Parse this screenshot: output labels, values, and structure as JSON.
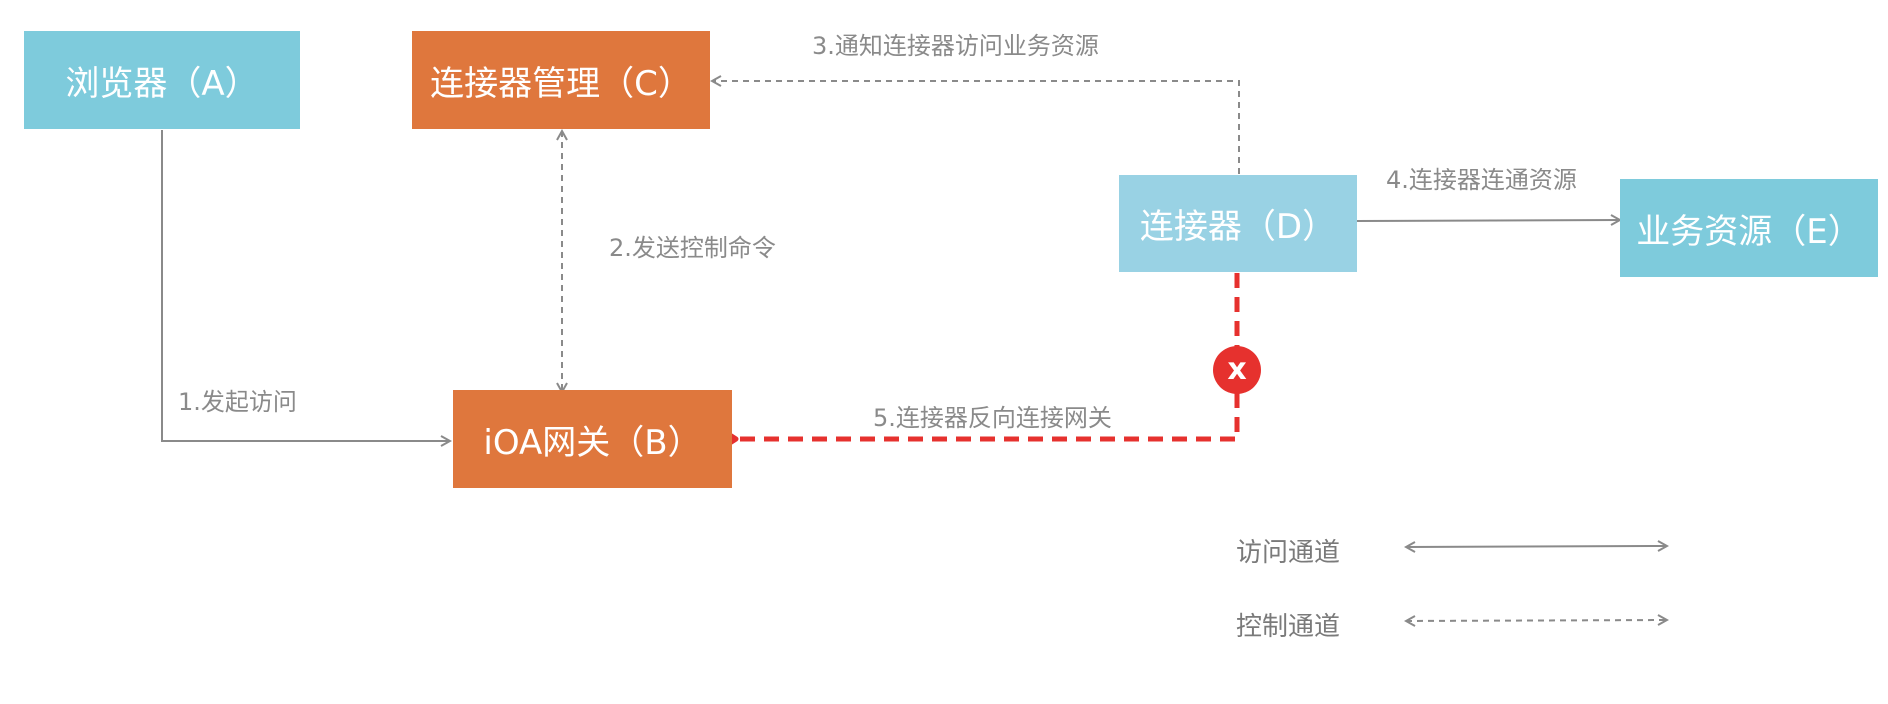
{
  "nodes": {
    "browser": "浏览器（A）",
    "connector_mgmt": "连接器管理（C）",
    "gateway": "iOA网关（B）",
    "connector": "连接器（D）",
    "business": "业务资源（E）"
  },
  "edges": {
    "step1": "1.发起访问",
    "step2": "2.发送控制命令",
    "step3": "3.通知连接器访问业务资源",
    "step4": "4.连接器连通资源",
    "step5": "5.连接器反向连接网关"
  },
  "blocked_marker": "x",
  "legend": {
    "access_channel": "访问通道",
    "control_channel": "控制通道"
  },
  "colors": {
    "access_node": "#7ecbdc",
    "management_node": "#df773d",
    "reverse_link": "#e6312e",
    "line": "#8a8a8a"
  }
}
